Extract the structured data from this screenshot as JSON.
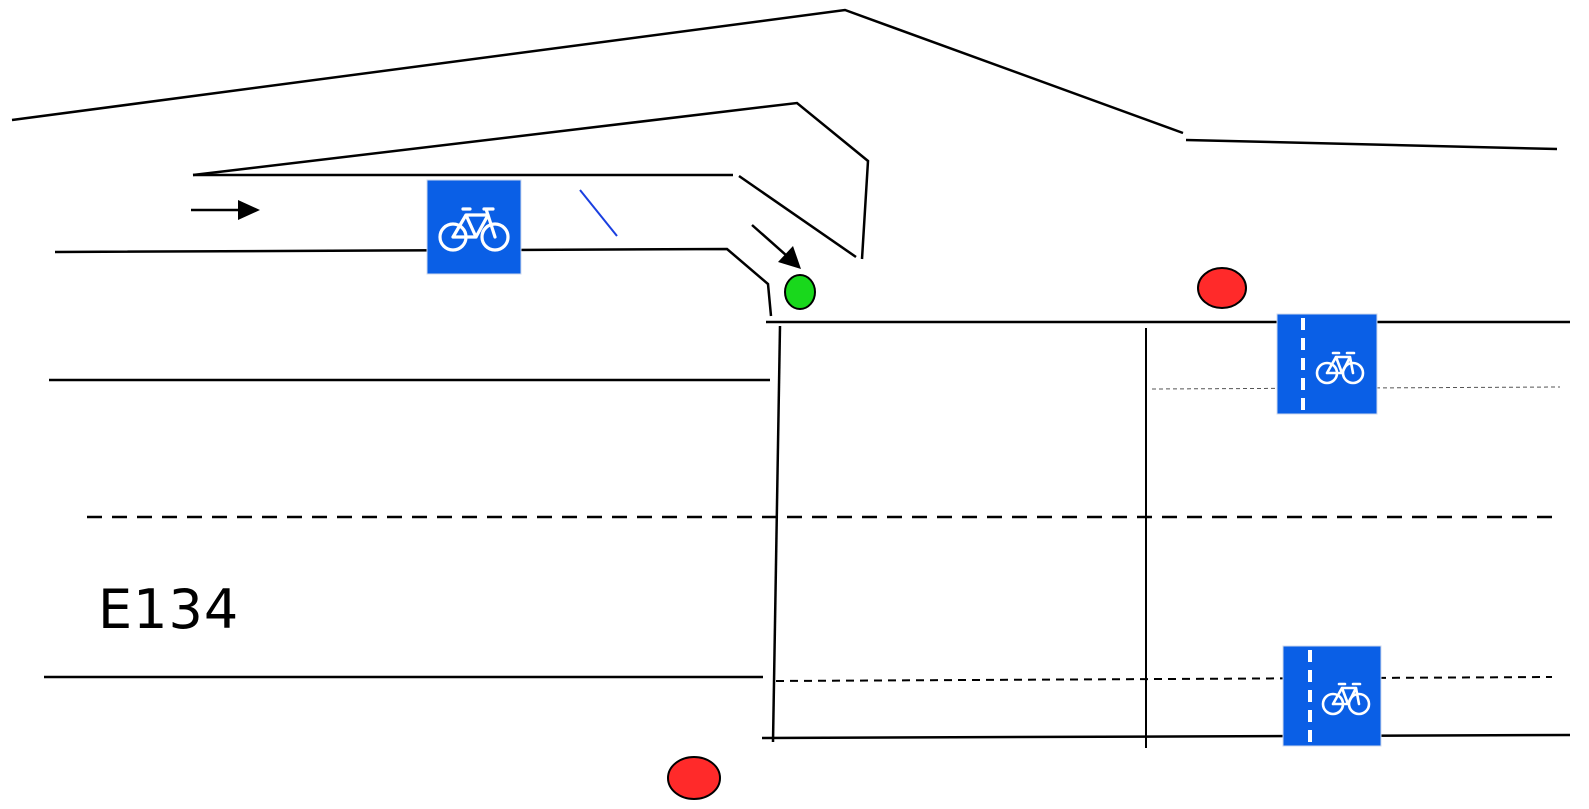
{
  "road": {
    "label": "E134"
  },
  "colors": {
    "sign_blue": "#0a5fe6",
    "signal_green": "#19d81c",
    "signal_red": "#ff2a2a",
    "line": "#000000",
    "annotation_blue": "#1a3fe0"
  },
  "signals": [
    {
      "name": "green",
      "state": "go"
    },
    {
      "name": "red",
      "state": "stop"
    },
    {
      "name": "red",
      "state": "stop"
    }
  ],
  "signs": [
    {
      "icon": "bicycle-path-sign-icon"
    },
    {
      "icon": "shared-bicycle-lane-sign-icon"
    },
    {
      "icon": "shared-bicycle-lane-sign-icon"
    }
  ]
}
